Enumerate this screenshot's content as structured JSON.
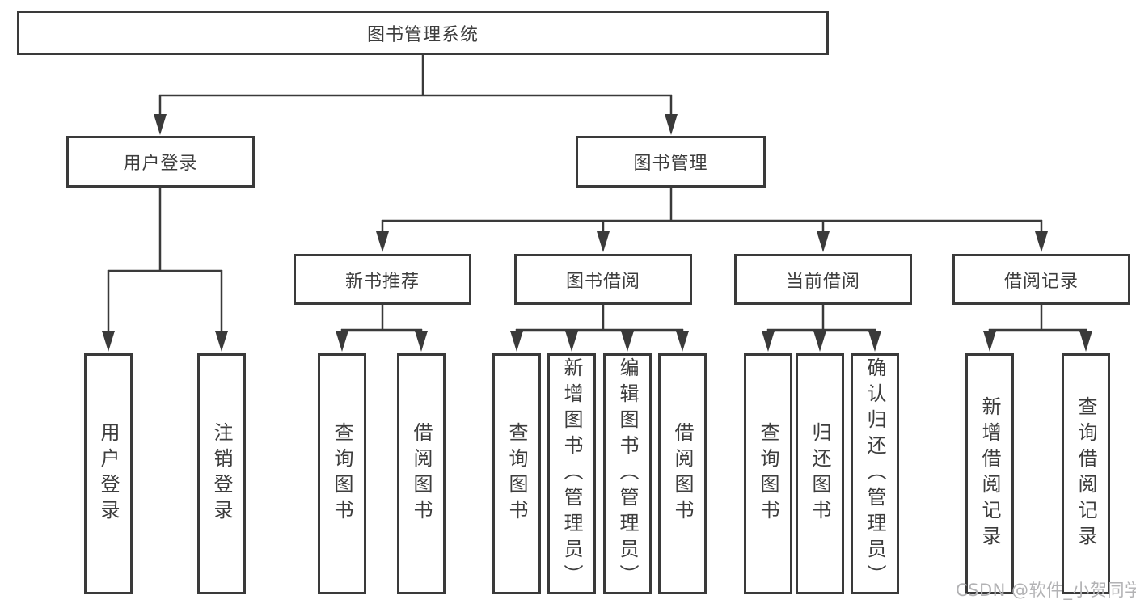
{
  "diagram": {
    "tree": {
      "label": "图书管理系统",
      "children": [
        {
          "label": "用户登录",
          "children": [
            {
              "label": "用户登录"
            },
            {
              "label": "注销登录"
            }
          ]
        },
        {
          "label": "图书管理",
          "children": [
            {
              "label": "新书推荐",
              "children": [
                {
                  "label": "查询图书"
                },
                {
                  "label": "借阅图书"
                }
              ]
            },
            {
              "label": "图书借阅",
              "children": [
                {
                  "label": "查询图书"
                },
                {
                  "label": "新增图书（管理员）"
                },
                {
                  "label": "编辑图书（管理员）"
                },
                {
                  "label": "借阅图书"
                }
              ]
            },
            {
              "label": "当前借阅",
              "children": [
                {
                  "label": "查询图书"
                },
                {
                  "label": "归还图书"
                },
                {
                  "label": "确认归还（管理员）"
                }
              ]
            },
            {
              "label": "借阅记录",
              "children": [
                {
                  "label": "新增借阅记录"
                },
                {
                  "label": "查询借阅记录"
                }
              ]
            }
          ]
        }
      ]
    },
    "colors": {
      "line": "#3a3a3a",
      "text": "#3d3d3d",
      "watermark": "#b2b2b4",
      "background": "#ffffff"
    }
  },
  "watermark": {
    "text": "CSDN @软件_小贺同学"
  }
}
